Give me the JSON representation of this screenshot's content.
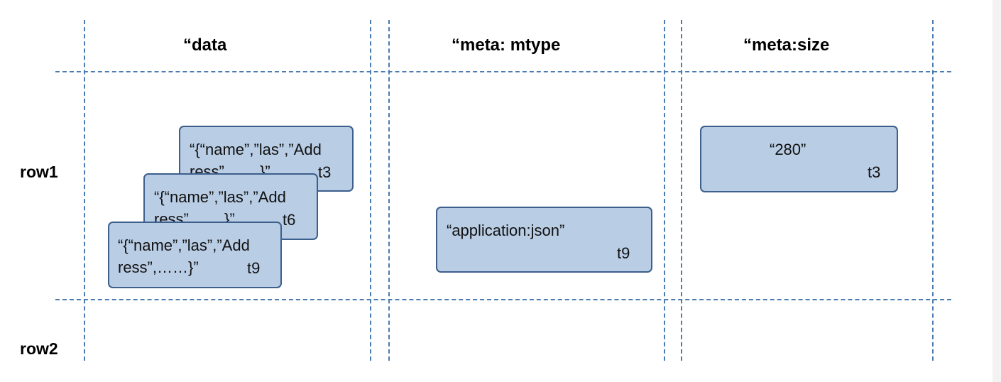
{
  "columns": [
    {
      "label": "“data"
    },
    {
      "label": "“meta: mtype"
    },
    {
      "label": "“meta:size"
    }
  ],
  "rows": [
    {
      "label": "row1"
    },
    {
      "label": "row2"
    }
  ],
  "cells": {
    "data_t3": {
      "value": "“{“name”,”las”,”Add ress”,……}”",
      "timestamp": "t3"
    },
    "data_t6": {
      "value": "“{“name”,”las”,”Add ress”,……}”",
      "timestamp": "t6"
    },
    "data_t9": {
      "value": "“{“name”,”las”,”Add ress”,……}”",
      "timestamp": "t9"
    },
    "mtype_t9": {
      "value": "“application:json”",
      "timestamp": "t9"
    },
    "size_t3": {
      "value": "“280”",
      "timestamp": "t3"
    }
  },
  "colors": {
    "grid_line": "#4a7cb0",
    "cell_fill": "#b9cde5",
    "cell_border": "#3d5f8c"
  }
}
